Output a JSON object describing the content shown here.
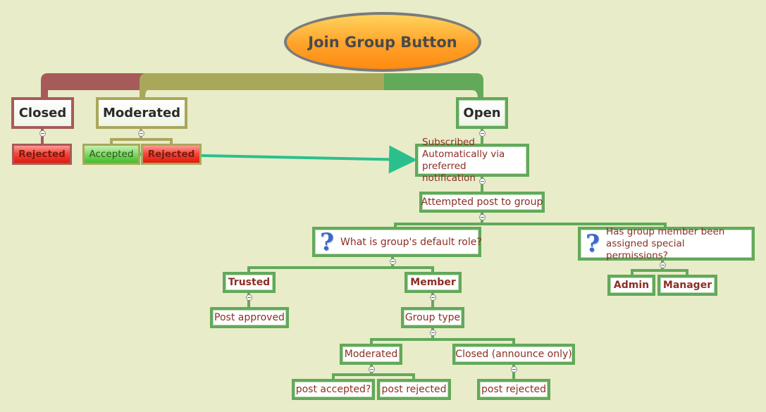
{
  "root": {
    "label": "Join Group Button"
  },
  "branches": {
    "closed": {
      "label": "Closed",
      "child": "Rejected"
    },
    "moderated": {
      "label": "Moderated",
      "children": [
        "Accepted",
        "Rejected"
      ]
    },
    "open": {
      "label": "Open",
      "subscribed": "Subscribed Automatically via preferred notification",
      "attempted": "Attempted post to group",
      "default_role_question": "What is group's default role?",
      "permissions_question": "Has group member been assigned special permissions?",
      "trusted": {
        "label": "Trusted",
        "child": "Post approved"
      },
      "member": {
        "label": "Member",
        "group_type": "Group type",
        "moderated": {
          "label": "Moderated",
          "children": [
            "post accepted?",
            "post rejected"
          ]
        },
        "closed_announce": {
          "label": "Closed (announce only)",
          "child": "post rejected"
        }
      },
      "admin": "Admin",
      "manager": "Manager"
    }
  },
  "colors": {
    "background": "#e9ecc8",
    "closed_branch": "#a75a5a",
    "moderated_branch": "#a9a85a",
    "open_branch": "#62a95a",
    "arrow": "#2bbf8e",
    "root_fill": "#ffa22a"
  },
  "icons": [
    "question-icon",
    "collapse-toggle-icon",
    "arrow-link"
  ]
}
